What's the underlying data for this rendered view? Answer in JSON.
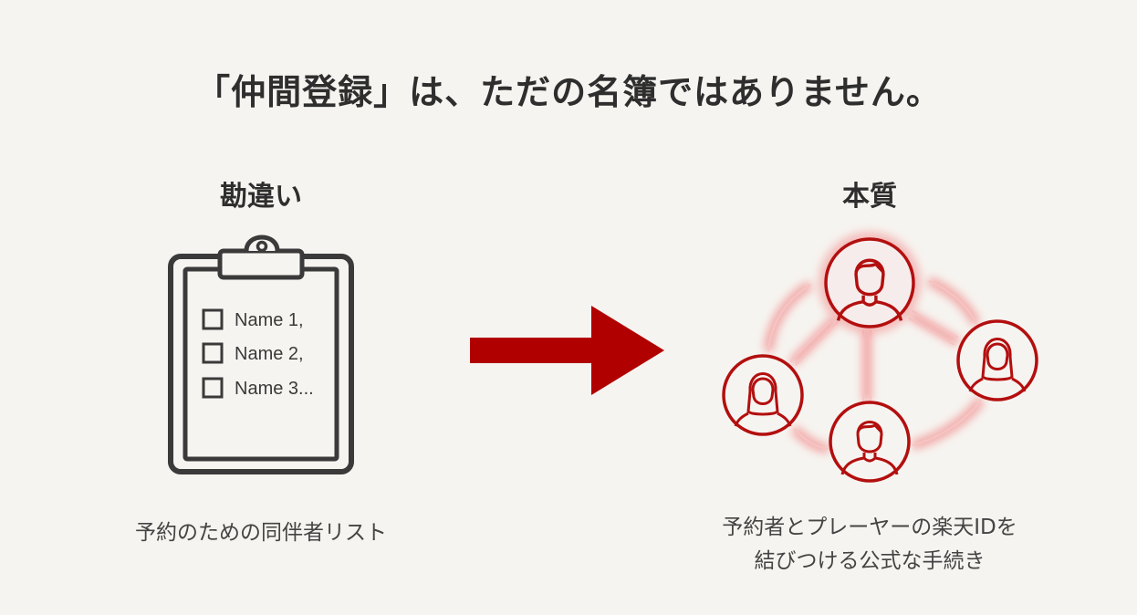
{
  "title": "「仲間登録」は、ただの名簿ではありません。",
  "left": {
    "heading": "勘違い",
    "list_items": [
      "Name 1,",
      "Name 2,",
      "Name 3..."
    ],
    "caption": "予約のための同伴者リスト"
  },
  "right": {
    "heading": "本質",
    "caption_lines": [
      "予約者とプレーヤーの楽天IDを",
      "結びつける公式な手続き"
    ]
  },
  "colors": {
    "accent": "#b00000",
    "background": "#f6f4f0",
    "icon": "#3a3a3a"
  }
}
